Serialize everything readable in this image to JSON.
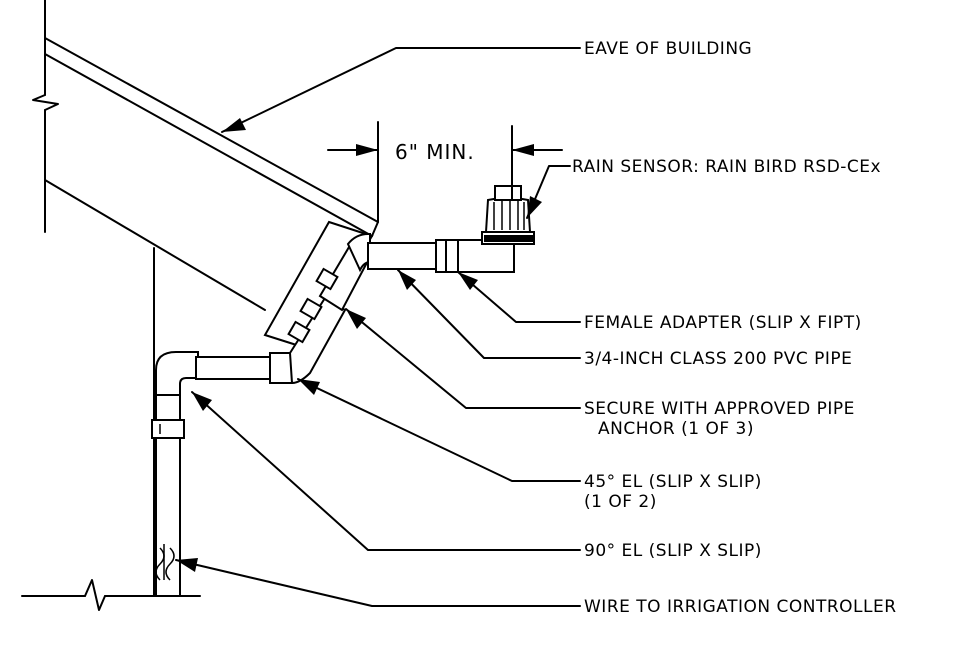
{
  "labels": {
    "eave": "EAVE OF BUILDING",
    "rain_sensor": "RAIN SENSOR:  RAIN BIRD RSD-CEx",
    "female_adapter": "FEMALE ADAPTER (SLIP X FIPT)",
    "pvc_pipe": "3/4-INCH CLASS 200 PVC PIPE",
    "anchor_line1": "SECURE WITH APPROVED PIPE",
    "anchor_line2": "ANCHOR (1 OF 3)",
    "el45_line1": "45° EL (SLIP X SLIP)",
    "el45_line2": "(1 OF 2)",
    "el90": "90° EL (SLIP X SLIP)",
    "wire": "WIRE TO IRRIGATION CONTROLLER"
  },
  "dimension": {
    "text": "6\"  MIN."
  },
  "colors": {
    "ink": "#000000",
    "background": "#ffffff"
  }
}
